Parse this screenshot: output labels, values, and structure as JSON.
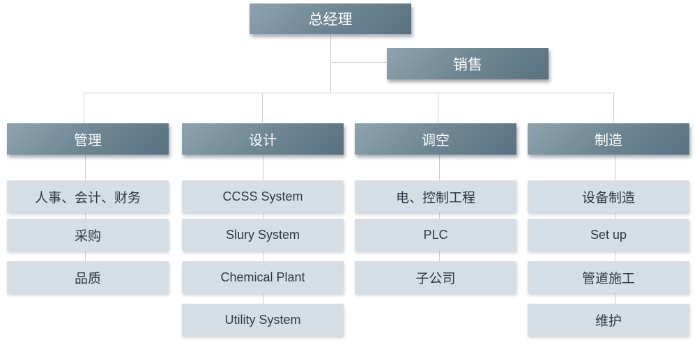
{
  "chart": {
    "root": {
      "label": "总经理"
    },
    "assistant": {
      "label": "销售"
    },
    "departments": [
      {
        "label": "管理",
        "children": [
          "人事、会计、财务",
          "采购",
          "品质"
        ]
      },
      {
        "label": "设计",
        "children": [
          "CCSS System",
          "Slury System",
          "Chemical Plant",
          "Utility System"
        ]
      },
      {
        "label": "调空",
        "children": [
          "电、控制工程",
          "PLC",
          "子公司"
        ]
      },
      {
        "label": "制造",
        "children": [
          "设备制造",
          "Set up",
          "管道施工",
          "维护"
        ]
      }
    ]
  },
  "colors": {
    "header_box": "#6f8794",
    "child_box": "#d6dee5",
    "connector": "#c5cfda",
    "header_text": "#ffffff",
    "child_text": "#2e3a48"
  }
}
